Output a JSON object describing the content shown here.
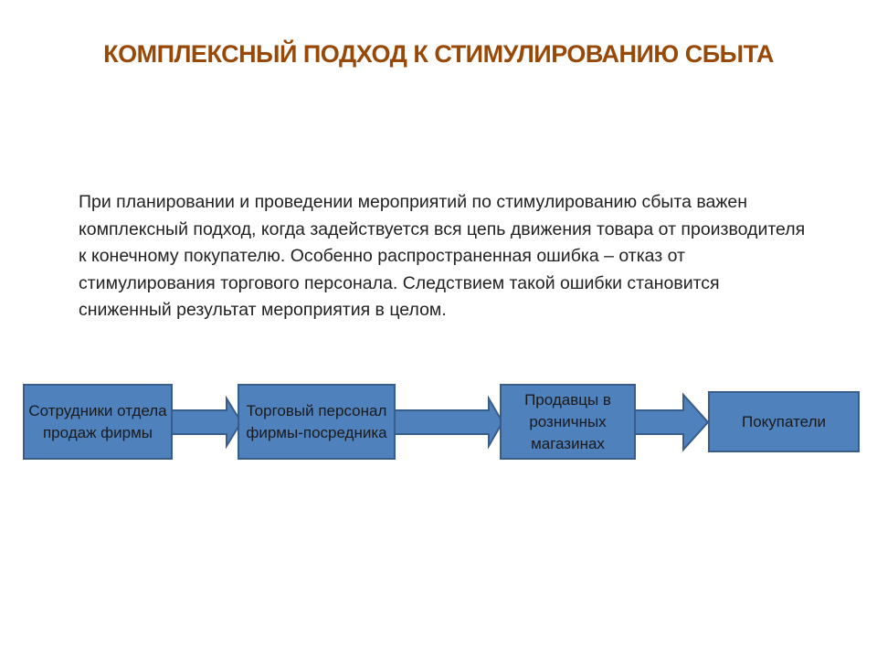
{
  "title": "КОМПЛЕКСНЫЙ ПОДХОД К СТИМУЛИРОВАНИЮ СБЫТА",
  "paragraph": "При планировании и проведении мероприятий по стимулированию сбыта важен комплексный подход, когда задействуется вся цепь движения товара от производителя к конечному покупателю. Особенно распространенная ошибка – отказ от стимулирования торгового персонала. Следствием такой ошибки становится сниженный результат мероприятия в целом.",
  "flow": [
    {
      "label": "Сотрудники отдела продаж фирмы"
    },
    {
      "label": "Торговый персонал фирмы-посредника"
    },
    {
      "label": "Продавцы в розничных магазинах"
    },
    {
      "label": "Покупатели"
    }
  ],
  "colors": {
    "title": "#984807",
    "box_fill": "#4f81bd",
    "box_border": "#385d8a"
  }
}
